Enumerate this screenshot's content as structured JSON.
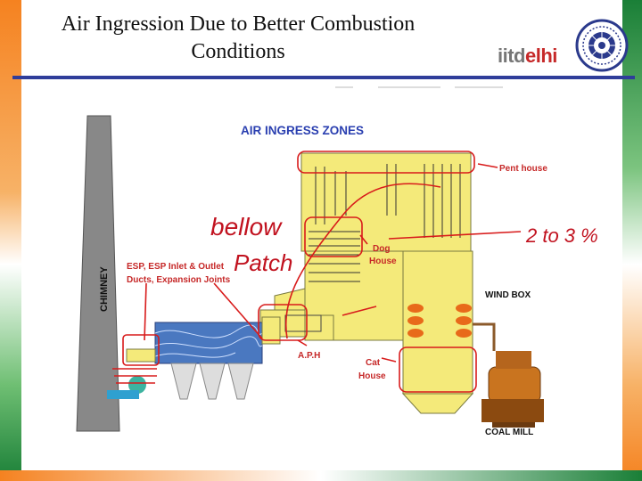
{
  "slide": {
    "title_line1": "Air Ingression Due to Better Combustion",
    "title_line2": "Conditions",
    "logo_text_a": "iitd",
    "logo_text_b": "elhi"
  },
  "diagram": {
    "heading": "AIR INGRESS ZONES",
    "labels": {
      "chimney": "CHIMNEY",
      "esp_line1": "ESP, ESP Inlet & Outlet",
      "esp_line2": "Ducts, Expansion Joints",
      "pent_house": "Pent house",
      "dog_house_1": "Dog",
      "dog_house_2": "House",
      "wind_box": "WIND BOX",
      "aph": "A.P.H",
      "cat_house_1": "Cat",
      "cat_house_2": "House",
      "coal_mill": "COAL MILL"
    },
    "handwriting": {
      "bellows": "bellow",
      "patches": "Patch",
      "percent": "2 to 3 %"
    }
  },
  "colors": {
    "boiler_yellow": "#f4ea7a",
    "annotation_red": "#d81b1b",
    "heading_blue": "#2a3fb0",
    "rule_blue": "#2f3d9a"
  }
}
